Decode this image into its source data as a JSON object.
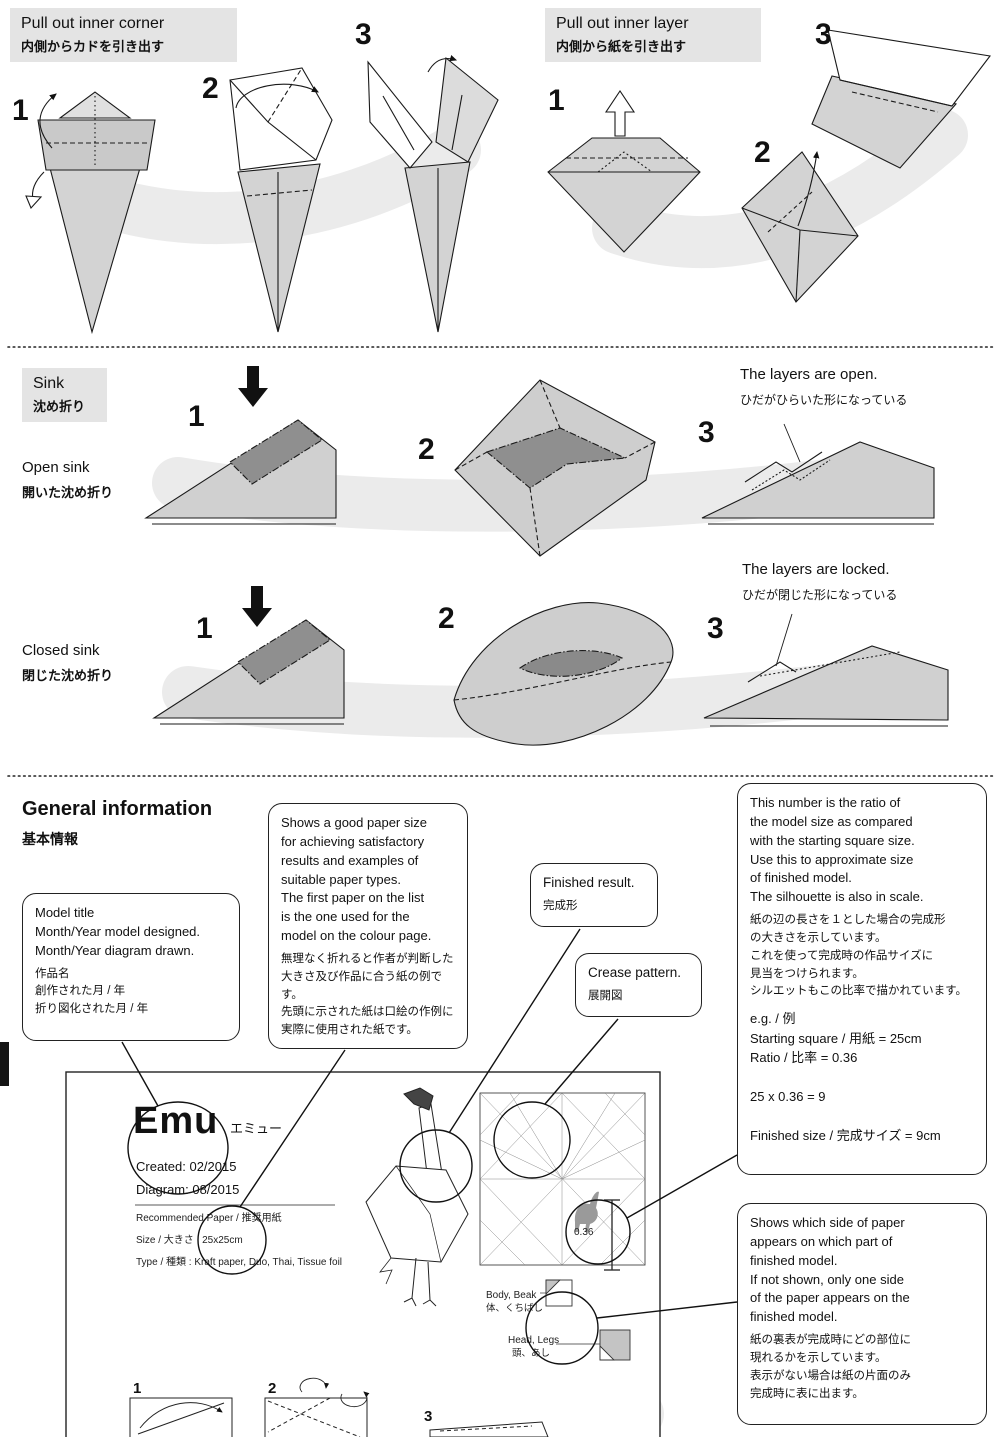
{
  "step_numbers": [
    "1",
    "2",
    "3"
  ],
  "colors": {
    "paper_gray": "#d3d3d3",
    "sunk_gray": "#8f8f8f",
    "band_gray": "#ebebeb",
    "header_bg": "#e4e4e4",
    "ink": "#111111"
  },
  "techniques": {
    "pull_out_corner": {
      "title": "Pull out inner corner",
      "subtitle_jp": "内側からカドを引き出す"
    },
    "pull_out_layer": {
      "title": "Pull out inner layer",
      "subtitle_jp": "内側から紙を引き出す"
    }
  },
  "sink": {
    "title": "Sink",
    "subtitle_jp": "沈め折り",
    "open": {
      "label": "Open sink",
      "label_jp": "開いた沈め折り",
      "note": "The layers are open.",
      "note_jp": "ひだがひらいた形になっている"
    },
    "closed": {
      "label": "Closed sink",
      "label_jp": "閉じた沈め折り",
      "note": "The layers are locked.",
      "note_jp": "ひだが閉じた形になっている"
    }
  },
  "general": {
    "title": "General information",
    "title_jp": "基本情報",
    "callouts": {
      "model_title": {
        "text_en": "Model title\nMonth/Year model designed.\nMonth/Year diagram drawn.",
        "text_jp": "作品名\n創作された月 / 年\n折り図化された月 / 年"
      },
      "paper": {
        "text_en": "Shows a good paper size\nfor achieving satisfactory\nresults and examples of\nsuitable paper types.\nThe first paper on the list\nis the one used for the\nmodel on the colour page.",
        "text_jp": "無理なく折れると作者が判断した\n大きさ及び作品に合う紙の例です。\n先頭に示された紙は口絵の作例に\n実際に使用された紙です。"
      },
      "finished_result": {
        "text_en": "Finished result.",
        "text_jp": "完成形"
      },
      "crease_pattern": {
        "text_en": "Crease pattern.",
        "text_jp": "展開図"
      },
      "ratio": {
        "text_en": "This number is the ratio of\nthe model size as compared\nwith the starting square size.\nUse this to approximate size\nof finished model.\nThe silhouette is also in scale.",
        "text_jp": "紙の辺の長さを１とした場合の完成形\nの大きさを示しています。\nこれを使って完成時の作品サイズに\n見当をつけられます。\nシルエットもこの比率で描かれています。",
        "example": "e.g. / 例\nStarting square / 用紙 = 25cm\nRatio / 比率 = 0.36\n\n25 x 0.36 = 9\n\nFinished size / 完成サイズ = 9cm"
      },
      "paper_side": {
        "text_en": "Shows which side of paper\nappears on which part of\nfinished model.\nIf not shown, only one side\nof the paper appears on the\nfinished model.",
        "text_jp": "紙の裏表が完成時にどの部位に\n現れるかを示しています。\n表示がない場合は紙の片面のみ\n完成時に表に出ます。"
      }
    },
    "sample_page": {
      "model_name": "Emu",
      "model_name_jp": "エミュー",
      "created": "Created:   02/2015",
      "diagram_drawn": "Diagram:  08/2015",
      "recommended_paper": "Recommended  Paper / 推奨用紙",
      "size": "Size / 大きさ : 25x25cm",
      "paper_type": "Type / 種類 : Kraft paper, Duo, Thai, Tissue foil",
      "ratio_value": "0.36",
      "body_beak": "Body, Beak",
      "body_beak_jp": "体、くちばし",
      "head_legs": "Head,  Legs",
      "head_legs_jp": "頭、あし"
    }
  }
}
